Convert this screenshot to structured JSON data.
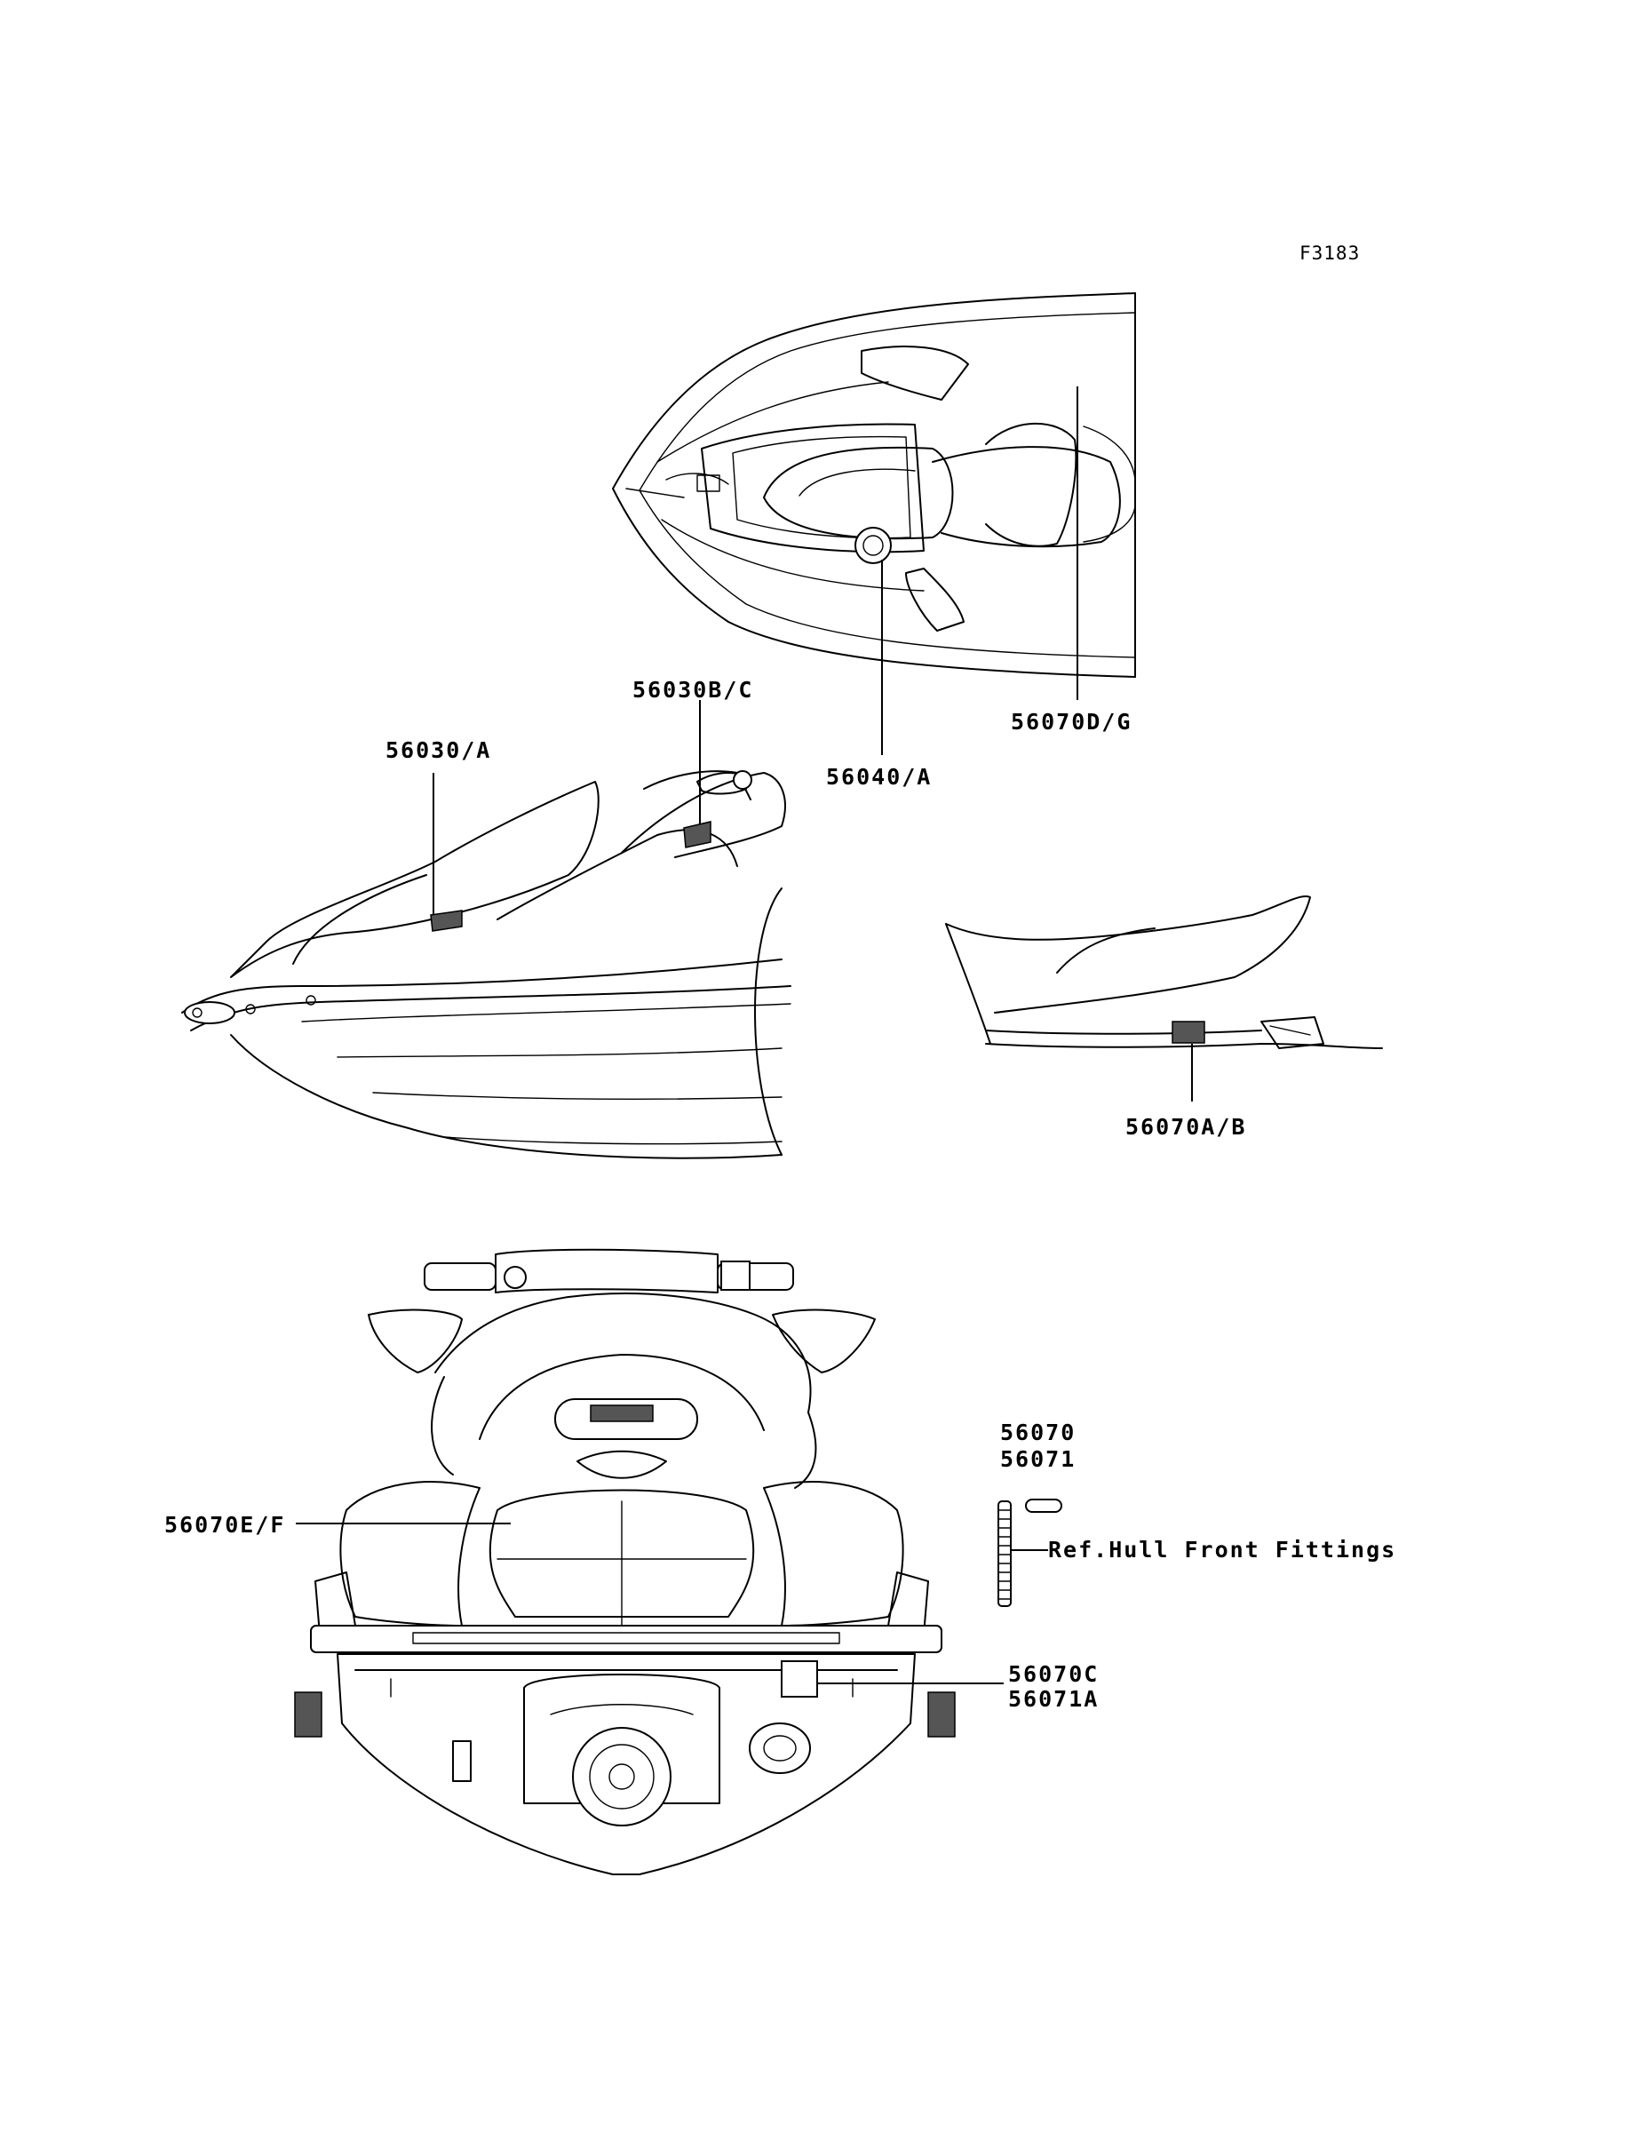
{
  "figure_code": "F3183",
  "labels": {
    "l_56070DG": "56070D/G",
    "l_56030BC": "56030B/C",
    "l_56030A": "56030/A",
    "l_56040A": "56040/A",
    "l_56070AB": "56070A/B",
    "l_56070": "56070",
    "l_56071": "56071",
    "l_ref": "Ref.Hull Front Fittings",
    "l_56070EF": "56070E/F",
    "l_56070C": "56070C",
    "l_56071A": "56071A"
  }
}
